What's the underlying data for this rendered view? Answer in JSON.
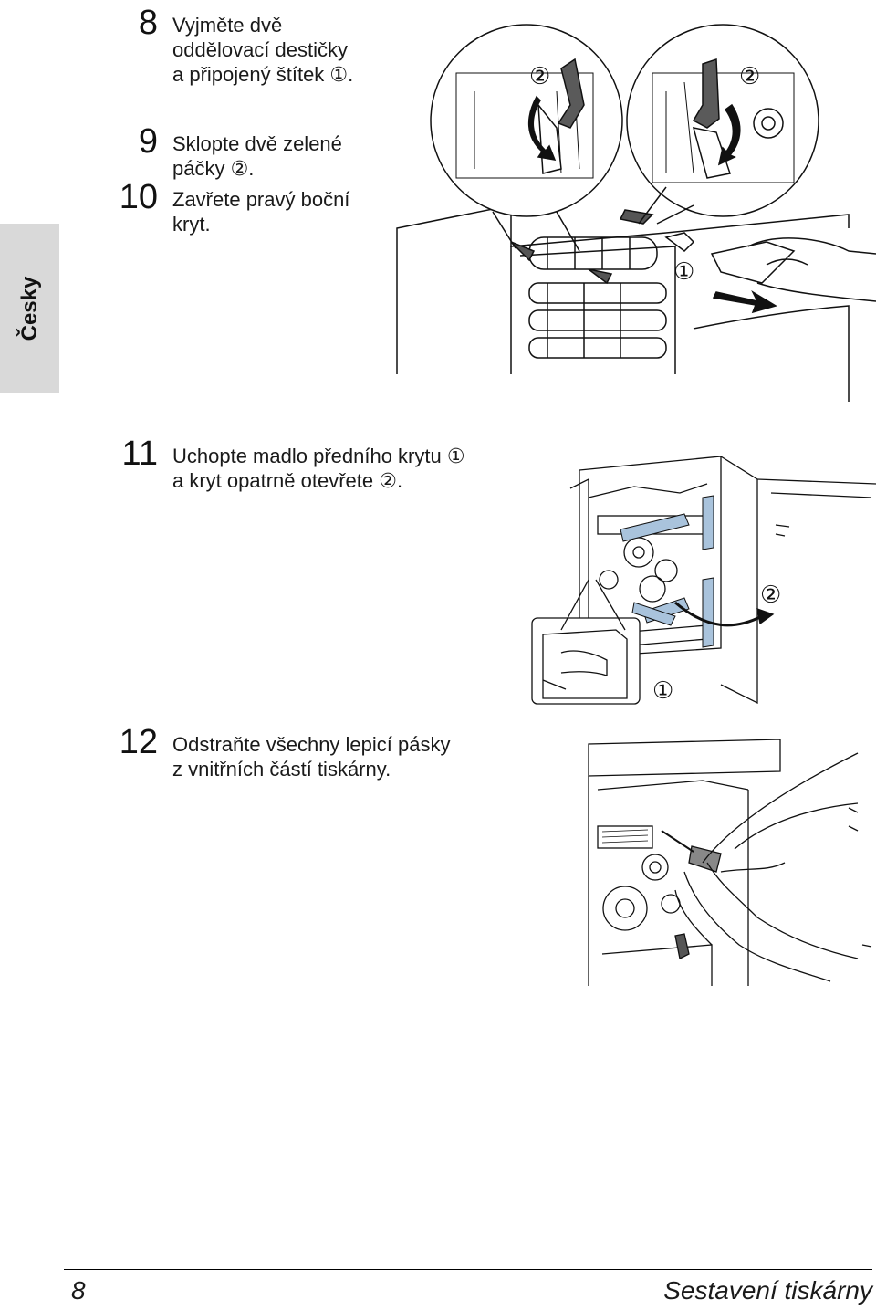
{
  "side_tab": {
    "label": "Česky"
  },
  "steps": [
    {
      "num": "8",
      "text": "Vyjměte dvě\noddělovací destičky\na připojený štítek ①."
    },
    {
      "num": "9",
      "text": "Sklopte dvě zelené\npáčky ②."
    },
    {
      "num": "10",
      "text": "Zavřete pravý boční\nkryt."
    },
    {
      "num": "11",
      "text": "Uchopte madlo předního krytu ①\na kryt opatrně otevřete ②."
    },
    {
      "num": "12",
      "text": "Odstraňte všechny lepicí pásky\nz vnitřních částí tiskárny."
    }
  ],
  "figures": {
    "fig1": {
      "callouts": [
        "②",
        "②",
        "①"
      ]
    },
    "fig2": {
      "callouts": [
        "②",
        "①"
      ],
      "accent": "#a9c3dc"
    },
    "fig3": {
      "callouts": []
    }
  },
  "footer": {
    "page_number": "8",
    "section_title": "Sestavení tiskárny"
  }
}
